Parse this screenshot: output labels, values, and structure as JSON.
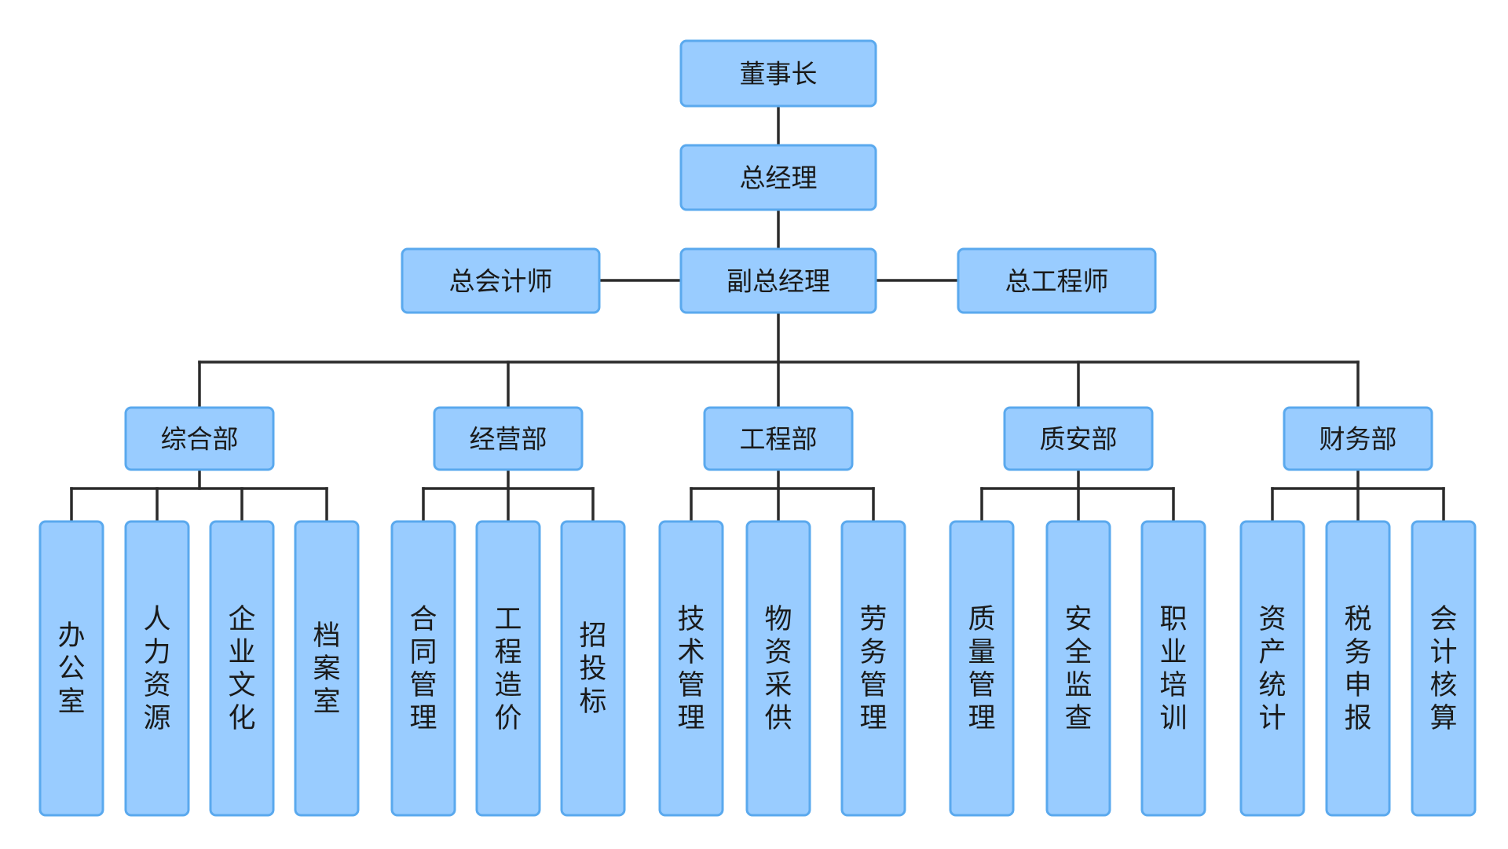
{
  "colors": {
    "box_fill": "#99ccff",
    "box_border": "#5aa9ee",
    "line": "#2b2b2b",
    "text": "#1a1a1a",
    "background": "#ffffff"
  },
  "chairman": {
    "label": "董事长"
  },
  "general_manager": {
    "label": "总经理"
  },
  "deputy_manager": {
    "label": "副总经理"
  },
  "chief_accountant": {
    "label": "总会计师"
  },
  "chief_engineer": {
    "label": "总工程师"
  },
  "departments": [
    {
      "label": "综合部",
      "units": [
        "办公室",
        "人力资源",
        "企业文化",
        "档案室"
      ]
    },
    {
      "label": "经营部",
      "units": [
        "合同管理",
        "工程造价",
        "招投标"
      ]
    },
    {
      "label": "工程部",
      "units": [
        "技术管理",
        "物资采供",
        "劳务管理"
      ]
    },
    {
      "label": "质安部",
      "units": [
        "质量管理",
        "安全监查",
        "职业培训"
      ]
    },
    {
      "label": "财务部",
      "units": [
        "资产统计",
        "税务申报",
        "会计核算"
      ]
    }
  ]
}
